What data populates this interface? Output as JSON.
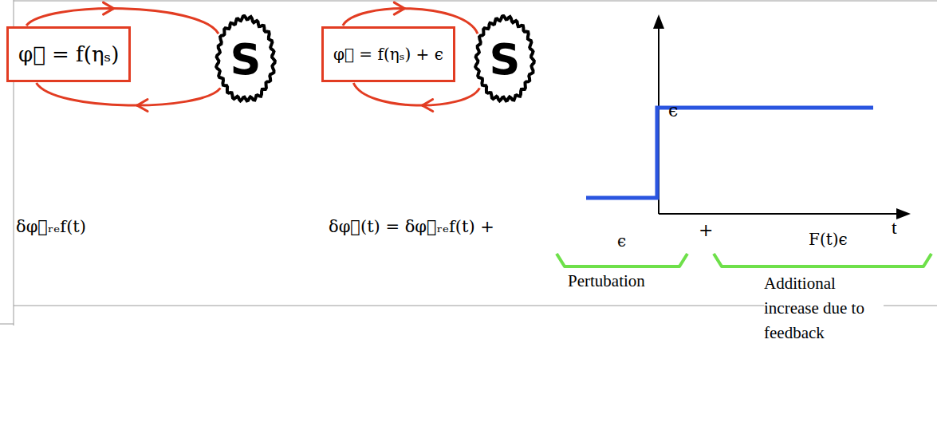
{
  "diagram": {
    "nodes": [
      {
        "text": [
          "φ⃗ = f(ηₛ)"
        ]
      },
      {
        "text": [
          "S"
        ]
      },
      {
        "text": [
          "φ⃗ = f(ηₛ) + ϵ"
        ]
      },
      {
        "text": [
          "S"
        ]
      }
    ],
    "edges": [
      {
        "from": 0,
        "to": 1,
        "arrow": "to"
      },
      {
        "from": 1,
        "to": 0,
        "arrow": "to"
      },
      {
        "from": 2,
        "to": 3,
        "arrow": "to"
      },
      {
        "from": 3,
        "to": 2,
        "arrow": "to"
      }
    ],
    "labels": [
      "ϵ",
      "t",
      "δφ⃗ᵣₑf(t)",
      "δφ⃗(t) = δφ⃗ᵣₑf(t) +",
      "ϵ",
      "+",
      "F(t)ϵ",
      "Pertubation",
      "Additional increase due to feedback"
    ]
  }
}
